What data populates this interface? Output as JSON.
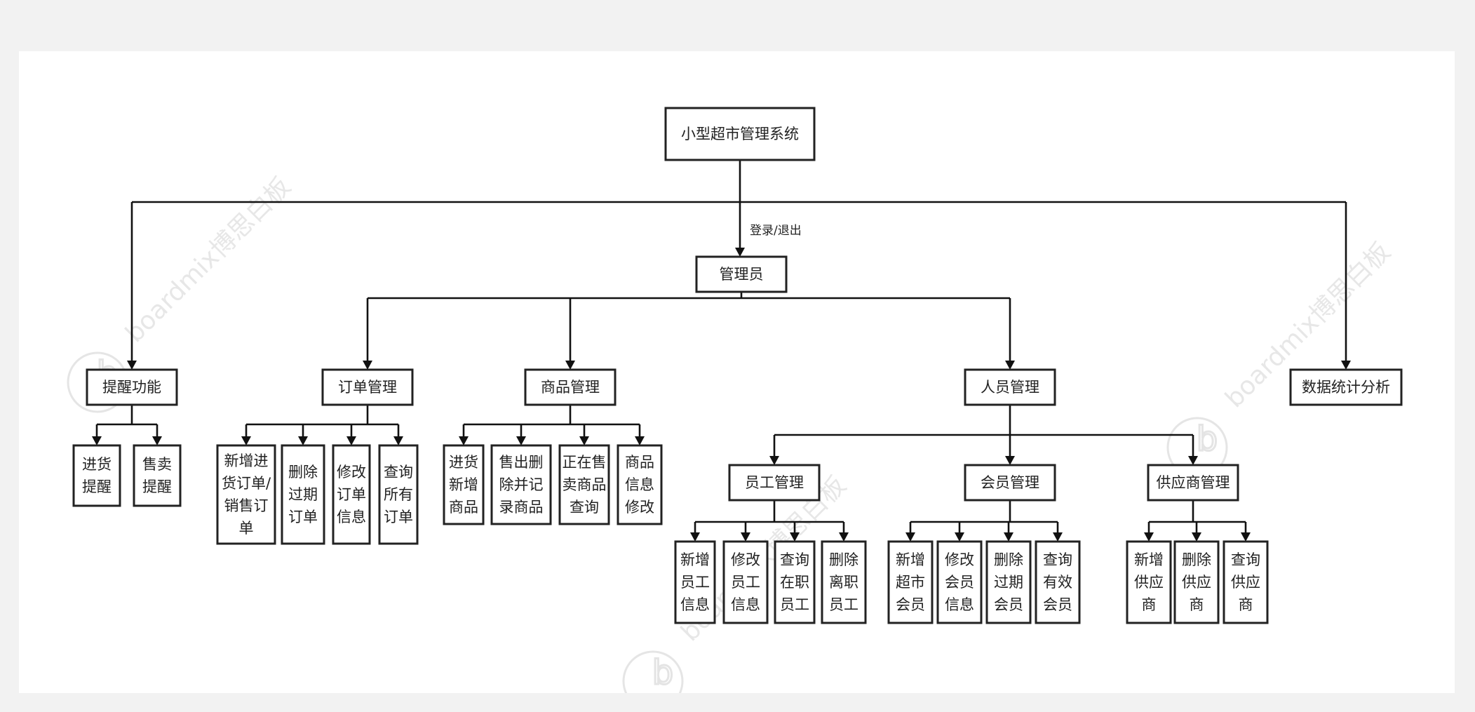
{
  "watermark": "boardmix博思白板",
  "edge_label": "登录/退出",
  "nodes": {
    "root": [
      "小型超市管理系统"
    ],
    "admin": [
      "管理员"
    ],
    "remind": [
      "提醒功能"
    ],
    "order": [
      "订单管理"
    ],
    "goods": [
      "商品管理"
    ],
    "people": [
      "人员管理"
    ],
    "stats": [
      "数据统计分析"
    ],
    "r1": [
      "进货",
      "提醒"
    ],
    "r2": [
      "售卖",
      "提醒"
    ],
    "o1": [
      "新增进",
      "货订单/",
      "销售订",
      "单"
    ],
    "o2": [
      "删除",
      "过期",
      "订单"
    ],
    "o3": [
      "修改",
      "订单",
      "信息"
    ],
    "o4": [
      "查询",
      "所有",
      "订单"
    ],
    "g1": [
      "进货",
      "新增",
      "商品"
    ],
    "g2": [
      "售出删",
      "除并记",
      "录商品"
    ],
    "g3": [
      "正在售",
      "卖商品",
      "查询"
    ],
    "g4": [
      "商品",
      "信息",
      "修改"
    ],
    "emp": [
      "员工管理"
    ],
    "mem": [
      "会员管理"
    ],
    "sup": [
      "供应商管理"
    ],
    "e1": [
      "新增",
      "员工",
      "信息"
    ],
    "e2": [
      "修改",
      "员工",
      "信息"
    ],
    "e3": [
      "查询",
      "在职",
      "员工"
    ],
    "e4": [
      "删除",
      "离职",
      "员工"
    ],
    "m1": [
      "新增",
      "超市",
      "会员"
    ],
    "m2": [
      "修改",
      "会员",
      "信息"
    ],
    "m3": [
      "删除",
      "过期",
      "会员"
    ],
    "m4": [
      "查询",
      "有效",
      "会员"
    ],
    "s1": [
      "新增",
      "供应",
      "商"
    ],
    "s2": [
      "删除",
      "供应",
      "商"
    ],
    "s3": [
      "查询",
      "供应",
      "商"
    ]
  }
}
